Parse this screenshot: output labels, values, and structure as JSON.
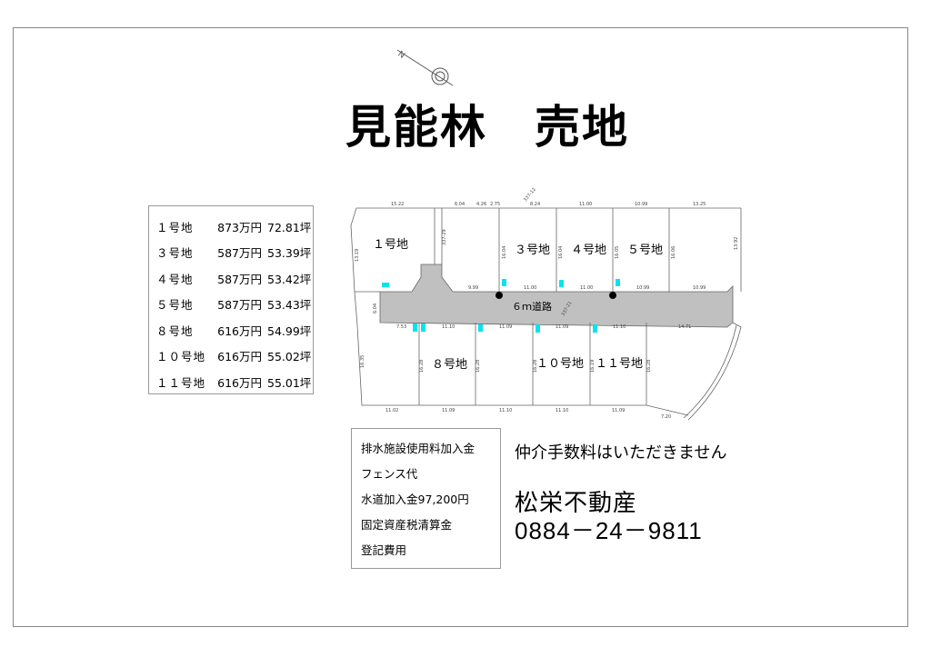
{
  "title": "見能林　売地",
  "price_list": [
    {
      "lot": "１号地",
      "price": "873万円",
      "area": "72.81坪"
    },
    {
      "lot": "３号地",
      "price": "587万円",
      "area": "53.39坪"
    },
    {
      "lot": "４号地",
      "price": "587万円",
      "area": "53.42坪"
    },
    {
      "lot": "５号地",
      "price": "587万円",
      "area": "53.43坪"
    },
    {
      "lot": "８号地",
      "price": "616万円",
      "area": "54.99坪"
    },
    {
      "lot": "１０号地",
      "price": "616万円",
      "area": "55.02坪"
    },
    {
      "lot": "１１号地",
      "price": "616万円",
      "area": "55.01坪"
    }
  ],
  "plat": {
    "lots": {
      "l1": "１号地",
      "l3": "３号地",
      "l4": "４号地",
      "l5": "５号地",
      "l8": "８号地",
      "l10": "１０号地",
      "l11": "１１号地"
    },
    "road": "６ｍ道路",
    "parcels": {
      "road": "337-21",
      "strip": "337-29",
      "top": "337-12"
    },
    "dims": {
      "t1": "15.22",
      "t2": "6.04",
      "t3": "4.26",
      "t4": "2.75",
      "t5": "8.24",
      "t6": "11.00",
      "t7": "10.99",
      "t8": "13.25",
      "b1": "11.02",
      "b2": "11.09",
      "b3": "11.10",
      "b4": "11.10",
      "b5": "11.09",
      "b6": "7.20",
      "r1": "9.99",
      "r2": "11.00",
      "r3": "11.00",
      "r4": "10.99",
      "r5": "10.99",
      "s1": "7.53",
      "s2": "11.10",
      "s3": "11.09",
      "s4": "11.09",
      "s5": "11.10",
      "s6": "14.71",
      "v1": "16.04",
      "v2": "16.04",
      "v3": "16.05",
      "v4": "16.06",
      "v5": "16.28",
      "v6": "16.28",
      "v7": "16.28",
      "v8": "16.19",
      "v9": "16.28",
      "v10": "16.35",
      "v11": "13.19",
      "v12": "13.92",
      "w": "6.04"
    }
  },
  "costs": [
    "排水施設使用料加入金",
    "フェンス代",
    "水道加入金97,200円",
    "固定資産税清算金",
    "登記費用"
  ],
  "note": "仲介手数料はいただきません",
  "company": "松栄不動産",
  "phone": "0884－24－9811",
  "colors": {
    "road": "#c0c0c0",
    "marker": "#00e5ee",
    "border": "#999999"
  }
}
